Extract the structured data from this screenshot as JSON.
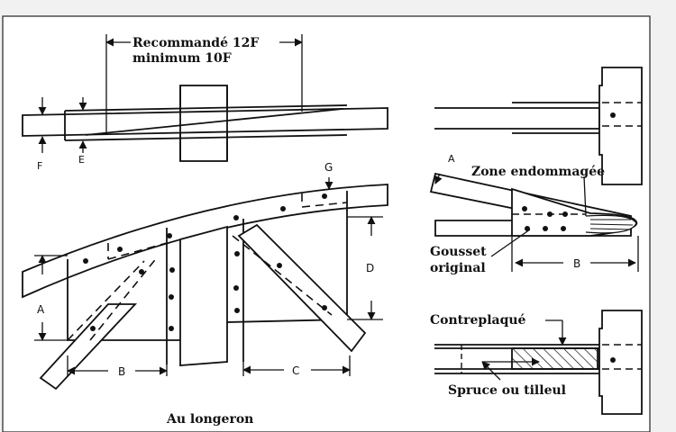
{
  "figure": {
    "top_labels": {
      "recommended": "Recommandé 12F",
      "minimum": "minimum 10F",
      "f": "F",
      "e": "E"
    },
    "main_labels": {
      "g": "G",
      "d": "D",
      "a": "A",
      "b": "B",
      "c": "C",
      "caption": "Au longeron"
    },
    "right_labels": {
      "a": "A",
      "damaged_zone": "Zone endommagée",
      "gusset_line1": "Gousset",
      "gusset_line2": "original",
      "b": "B",
      "plywood": "Contreplaqué",
      "spruce": "Spruce ou tilleul"
    }
  },
  "colors": {
    "background": "#f1f1f1",
    "panel": "#ffffff",
    "ink": "#111111"
  }
}
